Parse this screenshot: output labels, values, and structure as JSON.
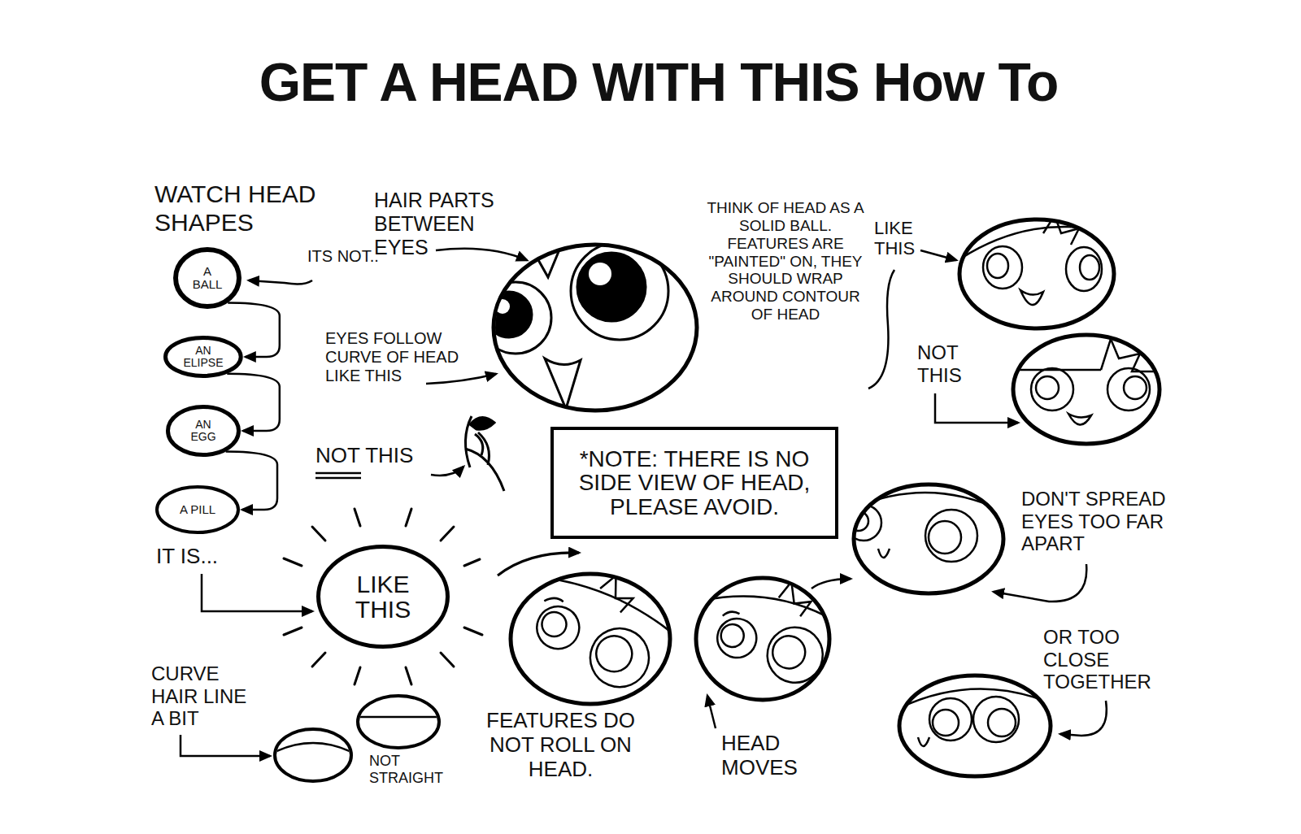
{
  "diagram": {
    "title": "GET A HEAD WITH THIS How To",
    "nodes": [
      {
        "text": [
          "A BALL"
        ]
      },
      {
        "text": [
          "AN ELIPSE"
        ]
      },
      {
        "text": [
          "AN EGG"
        ]
      },
      {
        "text": [
          "A PILL"
        ]
      },
      {
        "text": [
          "*NOTE: THERE IS NO SIDE VIEW OF HEAD, PLEASE AVOID."
        ]
      },
      {
        "text": [
          "LIKE THIS"
        ]
      }
    ],
    "edges": [
      {
        "from": 0,
        "to": 1,
        "arrow": "to"
      },
      {
        "from": 1,
        "to": 2,
        "arrow": "to"
      },
      {
        "from": 2,
        "to": 3,
        "arrow": "to"
      }
    ],
    "labels": [
      "WATCH HEAD SHAPES",
      "ITS NOT..",
      "HAIR PARTS BETWEEN EYES",
      "THINK OF HEAD AS A SOLID BALL. FEATURES ARE \"PAINTED\" ON, THEY SHOULD WRAP AROUND CONTOUR OF HEAD",
      "LIKE THIS",
      "EYES FOLLOW CURVE OF HEAD LIKE THIS",
      "NOT THIS",
      "NOT THIS",
      "IT IS...",
      "DON'T SPREAD EYES TOO FAR APART",
      "OR TOO CLOSE TOGETHER",
      "CURVE HAIR LINE A BIT",
      "NOT STRAIGHT",
      "FEATURES DO NOT ROLL ON HEAD.",
      "HEAD MOVES"
    ]
  }
}
